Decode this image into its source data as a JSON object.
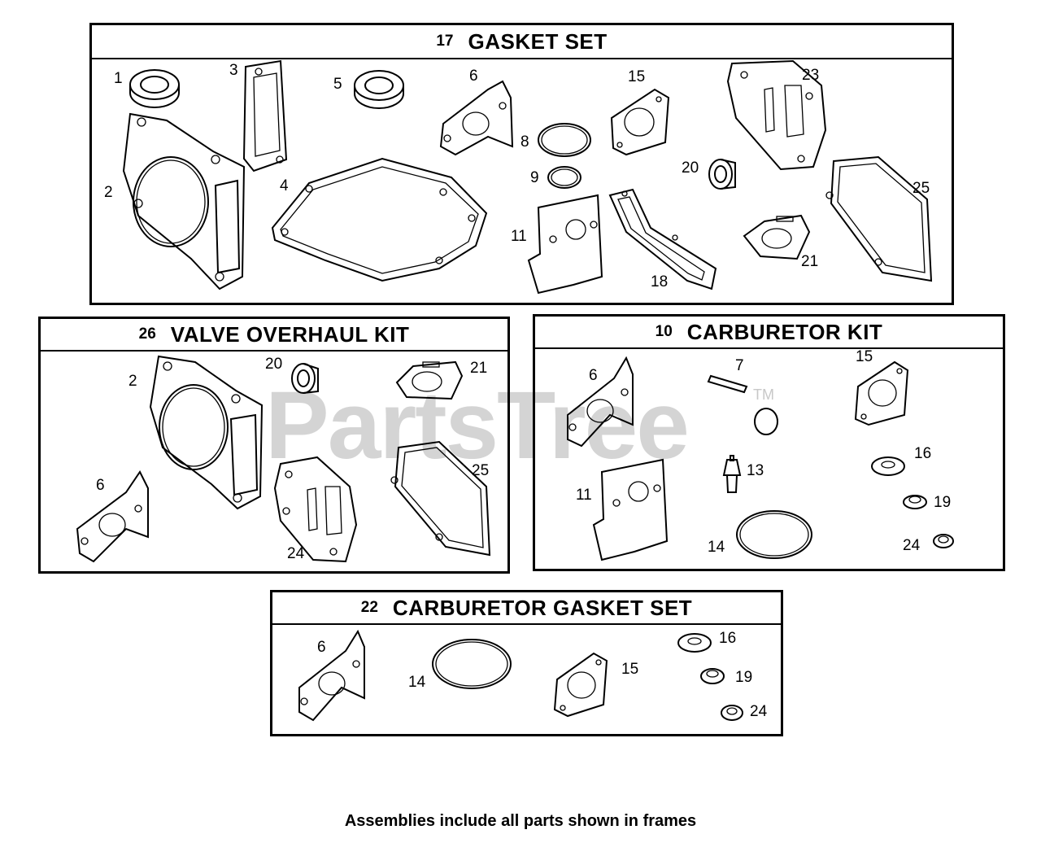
{
  "kits": [
    {
      "number": "17",
      "title": "GASKET SET",
      "parts": [
        "1",
        "2",
        "3",
        "4",
        "5",
        "6",
        "8",
        "9",
        "11",
        "15",
        "18",
        "20",
        "21",
        "23",
        "25"
      ]
    },
    {
      "number": "26",
      "title": "VALVE OVERHAUL KIT",
      "parts": [
        "2",
        "6",
        "20",
        "21",
        "24",
        "25"
      ]
    },
    {
      "number": "10",
      "title": "CARBURETOR KIT",
      "parts": [
        "6",
        "7",
        "11",
        "13",
        "14",
        "15",
        "16",
        "19",
        "24"
      ]
    },
    {
      "number": "22",
      "title": "CARBURETOR  GASKET SET",
      "parts": [
        "6",
        "14",
        "15",
        "16",
        "19",
        "24"
      ]
    }
  ],
  "watermark": "PartsTree",
  "watermark_mark": "TM",
  "footer": "Assemblies include all parts shown in frames"
}
